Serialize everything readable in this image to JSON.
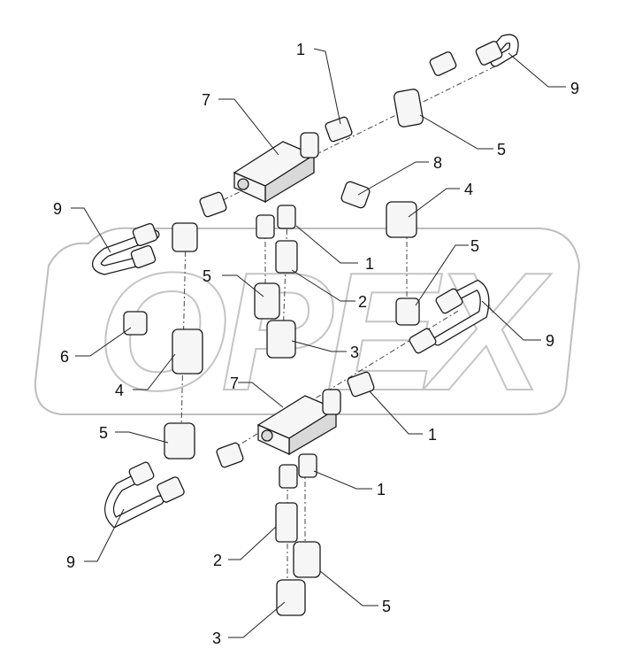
{
  "watermark": {
    "text": "OPEX"
  },
  "callouts": {
    "c1_top": "1",
    "c9_top_right": "9",
    "c7_top": "7",
    "c5_top_right": "5",
    "c8": "8",
    "c4_right": "4",
    "c9_left": "9",
    "c1_mid": "1",
    "c5_mid_left": "5",
    "c5_mid_right": "5",
    "c2_mid": "2",
    "c9_mid_right": "9",
    "c6": "6",
    "c3_mid": "3",
    "c4_left": "4",
    "c7_bottom": "7",
    "c1_lower_right": "1",
    "c5_lower_left": "5",
    "c1_lower": "1",
    "c9_bottom_left": "9",
    "c2_bottom": "2",
    "c5_bottom": "5",
    "c3_bottom": "3"
  }
}
